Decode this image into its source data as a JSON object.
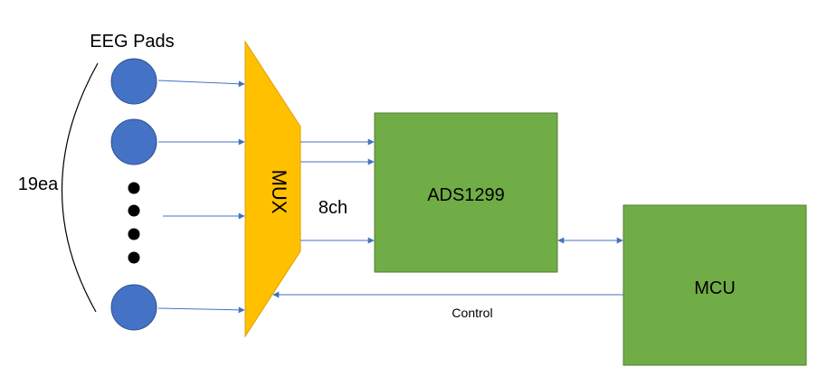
{
  "labels": {
    "eeg_pads": "EEG Pads",
    "count": "19ea",
    "mux": "MUX",
    "channels": "8ch",
    "adc": "ADS1299",
    "mcu": "MCU",
    "control": "Control"
  },
  "colors": {
    "pad": "#4472C4",
    "mux": "#FFC000",
    "block": "#70AD47",
    "block_border": "#507E32",
    "arrow": "#4472C4"
  }
}
